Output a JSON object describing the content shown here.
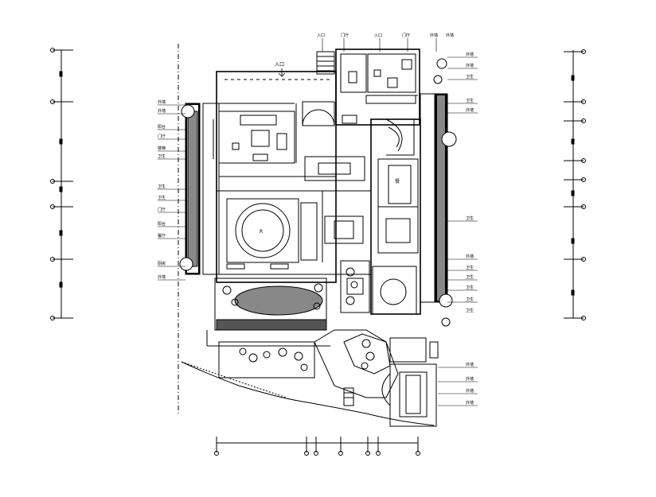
{
  "drawing": {
    "entrance_label": "入口",
    "rooms": {
      "room_a": "R",
      "room_b": "餐"
    },
    "left_callouts": [
      "外墙",
      "外墙",
      "阳台",
      "门厅",
      "楼梯",
      "卫生",
      "卫生",
      "卫生",
      "门厅",
      "阳台",
      "餐厅",
      "厨房",
      "外墙"
    ],
    "right_callouts": [
      "外墙",
      "外墙",
      "卫生",
      "卫生",
      "外墙",
      "卫生",
      "外墙",
      "卫生",
      "卫生",
      "卫生",
      "卫生",
      "卫生"
    ],
    "lower_right_callouts": [
      "外墙",
      "外墙",
      "外墙",
      "外墙"
    ],
    "top_callouts": [
      "入口",
      "门厅",
      "入口",
      "门厅",
      "外墙",
      "外墙"
    ]
  }
}
